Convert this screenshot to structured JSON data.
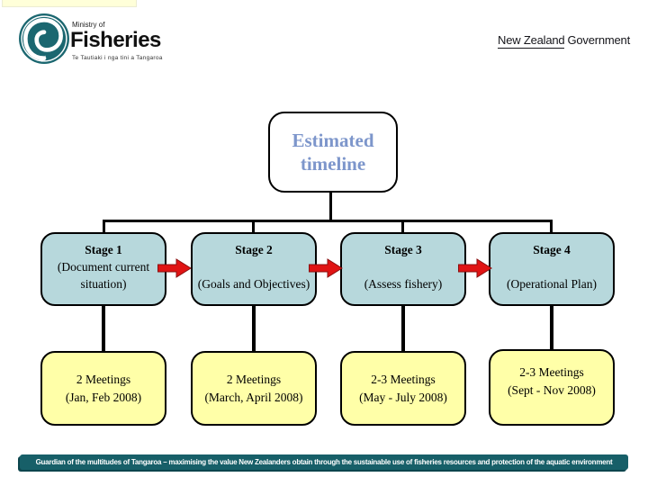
{
  "logo": {
    "ministry_of": "Ministry of",
    "name": "Fisheries",
    "motto": "Te Tautiaki i nga tini a Tangaroa",
    "icon": "koru-spiral-icon",
    "teal": "#1b6770"
  },
  "government_logo": {
    "underlined_part": "New Zealand",
    "plain_part": "Government"
  },
  "title_box": {
    "line1": "Estimated",
    "line2": "timeline",
    "text_color": "#7d96cb"
  },
  "stages": [
    {
      "title": "Stage 1",
      "subtitle": "(Document current situation)",
      "meetings": "2 Meetings",
      "dates": "(Jan, Feb 2008)"
    },
    {
      "title": "Stage 2",
      "subtitle": "(Goals and Objectives)",
      "meetings": "2 Meetings",
      "dates": "(March, April 2008)"
    },
    {
      "title": "Stage 3",
      "subtitle": "(Assess fishery)",
      "meetings": "2-3 Meetings",
      "dates": "(May - July 2008)"
    },
    {
      "title": "Stage 4",
      "subtitle": "(Operational Plan)",
      "meetings": "2-3 Meetings",
      "dates": "(Sept - Nov 2008)"
    }
  ],
  "footer": {
    "text": "Guardian of the multitudes of Tangaroa – maximising the value New Zealanders obtain through the sustainable use of fisheries resources and protection of the aquatic environment",
    "bg": "#175f68"
  },
  "colors": {
    "stage_fill": "#b7d8dc",
    "meeting_fill": "#ffffa8",
    "arrow_red": "#e01414",
    "connector": "#000000"
  }
}
